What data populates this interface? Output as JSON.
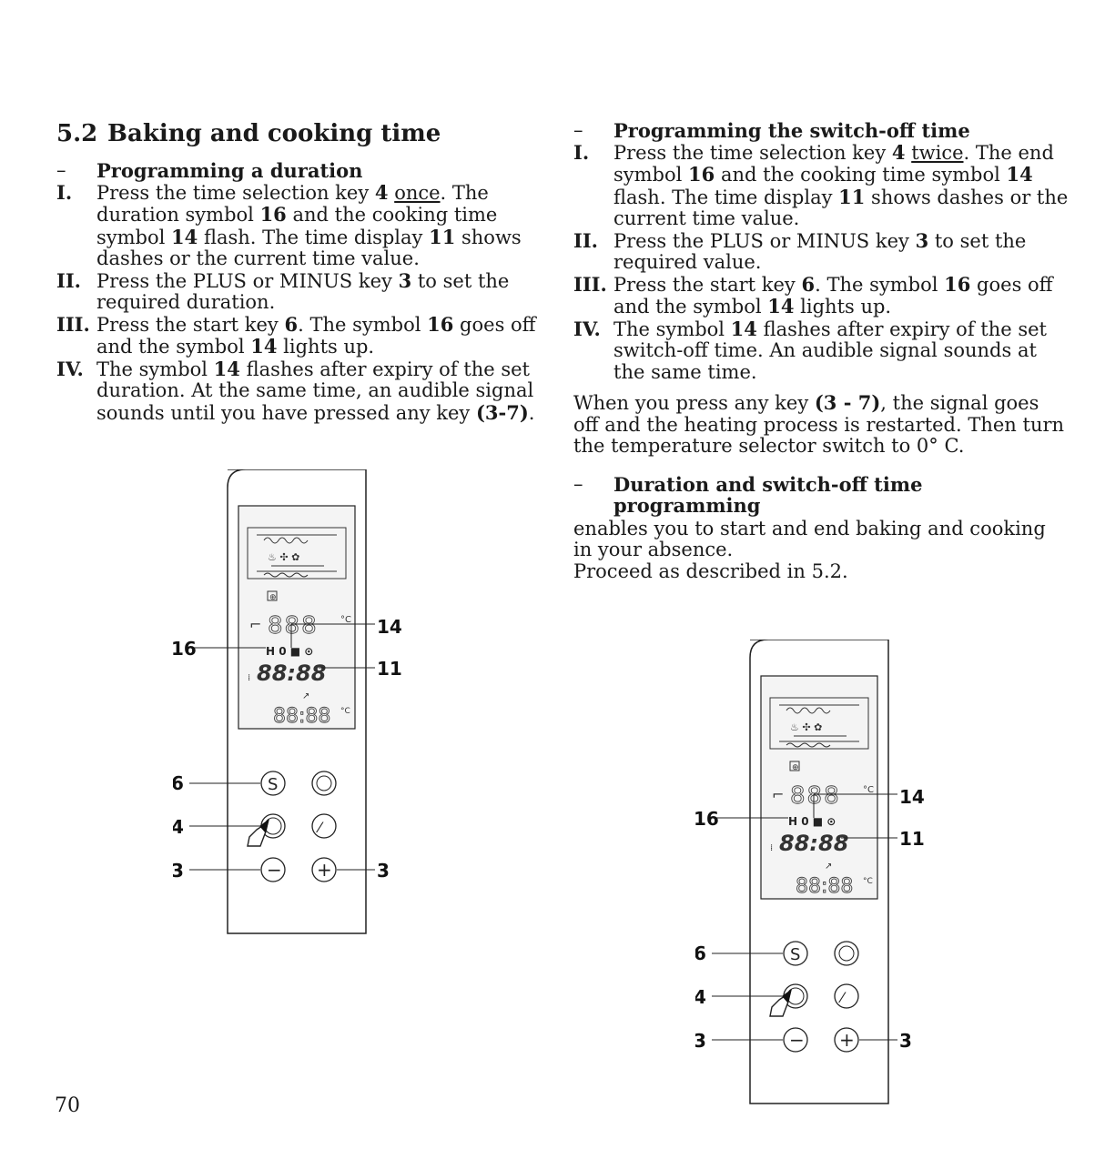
{
  "page_number": "70",
  "section": {
    "number": "5.2",
    "title": "Baking and cooking time"
  },
  "left": {
    "heading": "Programming a duration",
    "steps": [
      {
        "n": "I.",
        "parts": [
          [
            "t",
            "Press the time selection key "
          ],
          [
            "b",
            "4"
          ],
          [
            "t",
            " "
          ],
          [
            "u",
            "once"
          ],
          [
            "t",
            ". The duration symbol "
          ],
          [
            "b",
            "16"
          ],
          [
            "t",
            " and the cooking time symbol "
          ],
          [
            "b",
            "14"
          ],
          [
            "t",
            " flash. The time display "
          ],
          [
            "b",
            "11"
          ],
          [
            "t",
            " shows dashes or the current time value."
          ]
        ]
      },
      {
        "n": "II.",
        "parts": [
          [
            "t",
            "Press the PLUS or MINUS key "
          ],
          [
            "b",
            "3"
          ],
          [
            "t",
            " to set the required duration."
          ]
        ]
      },
      {
        "n": "III.",
        "parts": [
          [
            "t",
            "Press the start key "
          ],
          [
            "b",
            "6"
          ],
          [
            "t",
            ". The symbol "
          ],
          [
            "b",
            "16"
          ],
          [
            "t",
            " goes off and the symbol "
          ],
          [
            "b",
            "14"
          ],
          [
            "t",
            " lights up."
          ]
        ]
      },
      {
        "n": "IV.",
        "parts": [
          [
            "t",
            "The symbol "
          ],
          [
            "b",
            "14"
          ],
          [
            "t",
            " flashes after expiry of the set duration. At the same time, an audible signal sounds until you have pressed any key "
          ],
          [
            "b",
            "(3-7)"
          ],
          [
            "t",
            "."
          ]
        ]
      }
    ]
  },
  "right": {
    "heading1": "Programming the switch-off time",
    "steps": [
      {
        "n": "I.",
        "parts": [
          [
            "t",
            "Press the time selection key "
          ],
          [
            "b",
            "4"
          ],
          [
            "t",
            " "
          ],
          [
            "u",
            "twice"
          ],
          [
            "t",
            ". The end symbol "
          ],
          [
            "b",
            "16"
          ],
          [
            "t",
            " and the cooking time symbol "
          ],
          [
            "b",
            "14"
          ],
          [
            "t",
            " flash. The time display "
          ],
          [
            "b",
            "11"
          ],
          [
            "t",
            " shows dashes or the current time value."
          ]
        ]
      },
      {
        "n": "II.",
        "parts": [
          [
            "t",
            "Press the PLUS or MINUS key "
          ],
          [
            "b",
            "3"
          ],
          [
            "t",
            " to set the required value."
          ]
        ]
      },
      {
        "n": "III.",
        "parts": [
          [
            "t",
            "Press the start key "
          ],
          [
            "b",
            "6"
          ],
          [
            "t",
            ". The symbol "
          ],
          [
            "b",
            "16"
          ],
          [
            "t",
            " goes off and the symbol "
          ],
          [
            "b",
            "14"
          ],
          [
            "t",
            " lights up."
          ]
        ]
      },
      {
        "n": "IV.",
        "parts": [
          [
            "t",
            "The symbol "
          ],
          [
            "b",
            "14"
          ],
          [
            "t",
            " flashes after expiry of the set switch-off time. An audible signal sounds at the same time."
          ]
        ]
      }
    ],
    "para1": [
      [
        "t",
        "When you press any key "
      ],
      [
        "b",
        "(3 - 7)"
      ],
      [
        "t",
        ", the signal goes off and the heating process is restarted. Then turn the temperature selector switch to 0° C."
      ]
    ],
    "heading2": "Duration and switch-off time programming",
    "para2": "enables you to start and end baking and cooking in your absence.",
    "para3": "Proceed as described in 5.2."
  },
  "diagram": {
    "label_16": "16",
    "label_14": "14",
    "label_11": "11",
    "label_6": "6",
    "label_4": "4",
    "label_3_left": "3",
    "label_3_right": "3",
    "display_top": "888",
    "display_mid": "88:88",
    "display_bottom": "88:88",
    "status_icons": "H  0  ■  ⊙",
    "key_symbols": {
      "start": "S",
      "timer": "◎",
      "select": "◎",
      "auto": "⁄",
      "minus": "−",
      "plus": "+"
    }
  }
}
